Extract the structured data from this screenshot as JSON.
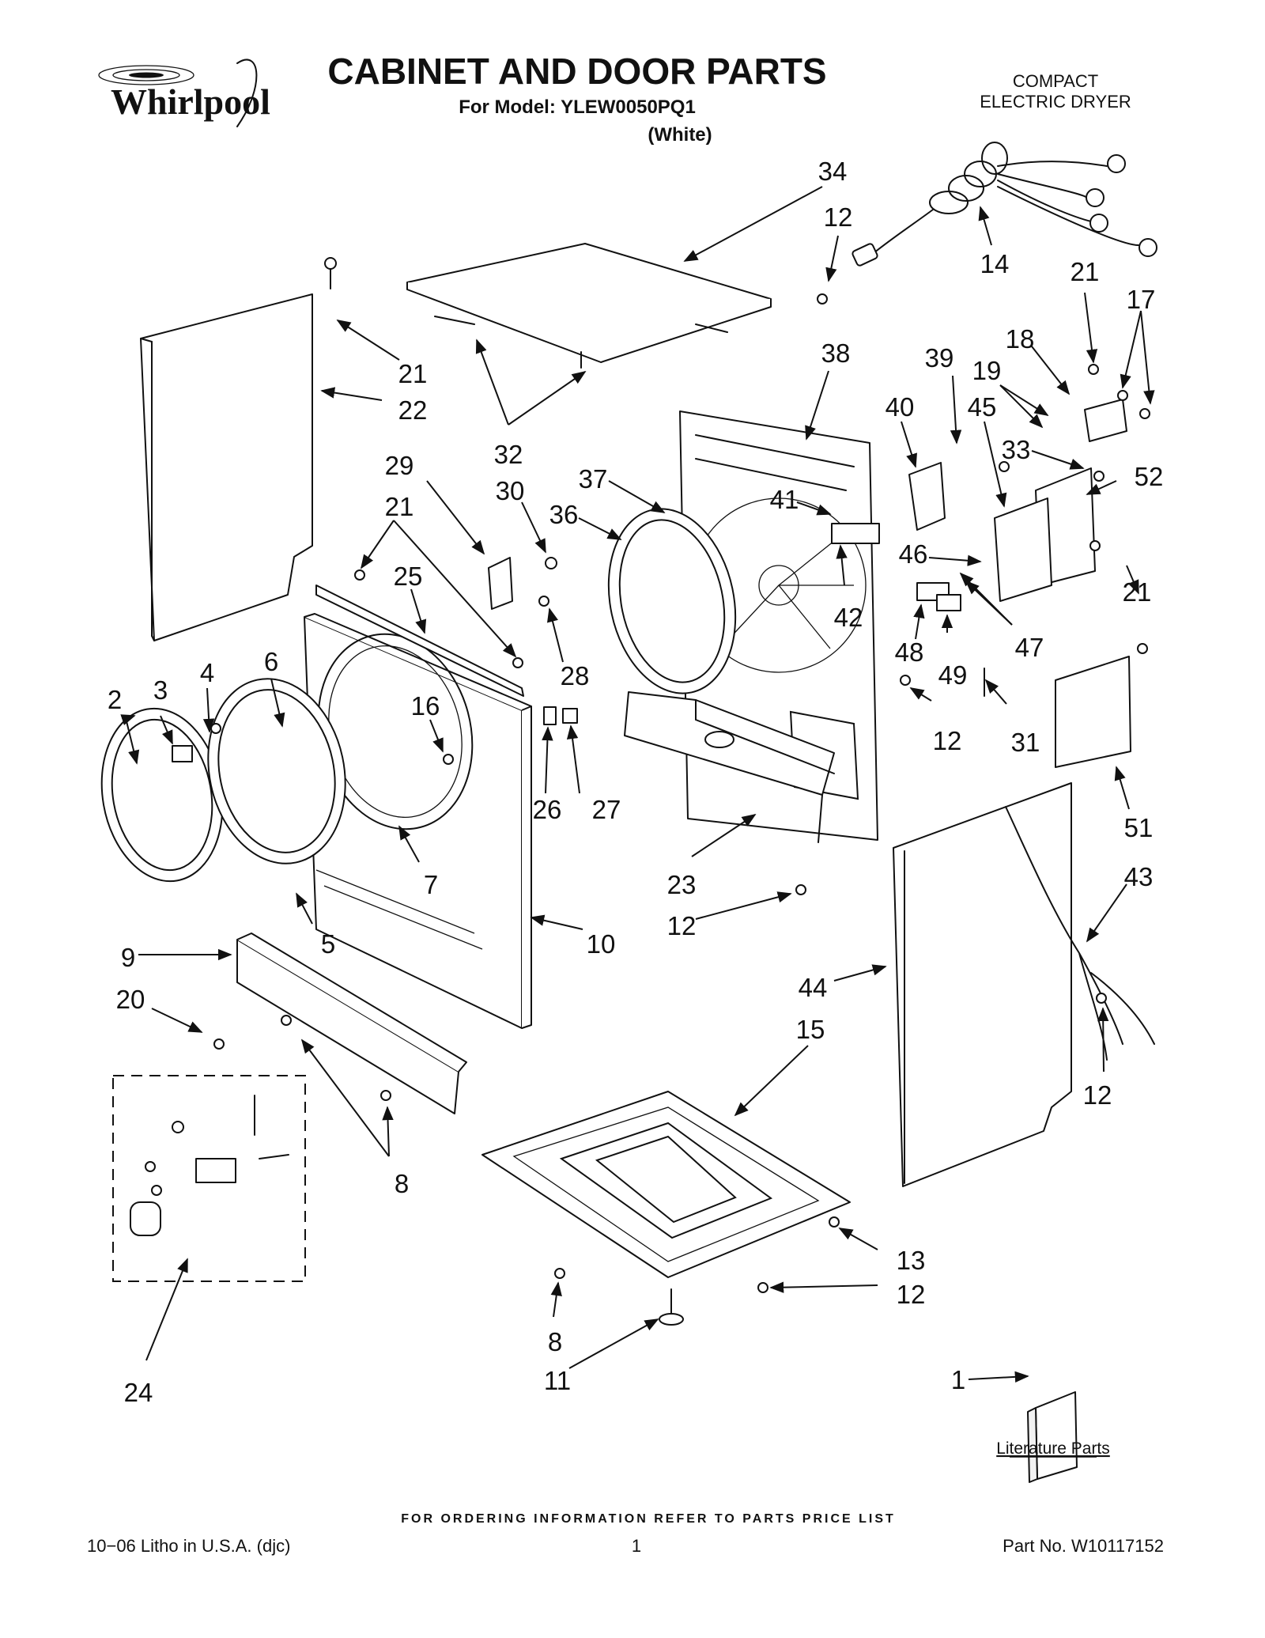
{
  "header": {
    "brand": "Whirlpool",
    "title": "CABINET AND DOOR PARTS",
    "model_line": "For Model: YLEW0050PQ1",
    "color_line": "(White)",
    "product_line1": "COMPACT",
    "product_line2": "ELECTRIC DRYER"
  },
  "callouts": [
    {
      "id": "c34a",
      "label": "34"
    },
    {
      "id": "c12a",
      "label": "12"
    },
    {
      "id": "c14",
      "label": "14"
    },
    {
      "id": "c21a",
      "label": "21"
    },
    {
      "id": "c17",
      "label": "17"
    },
    {
      "id": "c21b",
      "label": "21"
    },
    {
      "id": "c22",
      "label": "22"
    },
    {
      "id": "c32",
      "label": "32"
    },
    {
      "id": "c38",
      "label": "38"
    },
    {
      "id": "c39",
      "label": "39"
    },
    {
      "id": "c18",
      "label": "18"
    },
    {
      "id": "c19",
      "label": "19"
    },
    {
      "id": "c40",
      "label": "40"
    },
    {
      "id": "c45",
      "label": "45"
    },
    {
      "id": "c33",
      "label": "33"
    },
    {
      "id": "c52",
      "label": "52"
    },
    {
      "id": "c29",
      "label": "29"
    },
    {
      "id": "c30",
      "label": "30"
    },
    {
      "id": "c37",
      "label": "37"
    },
    {
      "id": "c36",
      "label": "36"
    },
    {
      "id": "c41",
      "label": "41"
    },
    {
      "id": "c21c",
      "label": "21"
    },
    {
      "id": "c25",
      "label": "25"
    },
    {
      "id": "c46",
      "label": "46"
    },
    {
      "id": "c21d",
      "label": "21"
    },
    {
      "id": "c28",
      "label": "28"
    },
    {
      "id": "c42",
      "label": "42"
    },
    {
      "id": "c48",
      "label": "48"
    },
    {
      "id": "c47",
      "label": "47"
    },
    {
      "id": "c49",
      "label": "49"
    },
    {
      "id": "c2",
      "label": "2"
    },
    {
      "id": "c3",
      "label": "3"
    },
    {
      "id": "c4",
      "label": "4"
    },
    {
      "id": "c6",
      "label": "6"
    },
    {
      "id": "c16",
      "label": "16"
    },
    {
      "id": "c12b",
      "label": "12"
    },
    {
      "id": "c31",
      "label": "31"
    },
    {
      "id": "c26",
      "label": "26"
    },
    {
      "id": "c27",
      "label": "27"
    },
    {
      "id": "c51",
      "label": "51"
    },
    {
      "id": "c7",
      "label": "7"
    },
    {
      "id": "c23",
      "label": "23"
    },
    {
      "id": "c43",
      "label": "43"
    },
    {
      "id": "c12c",
      "label": "12"
    },
    {
      "id": "c5",
      "label": "5"
    },
    {
      "id": "c10",
      "label": "10"
    },
    {
      "id": "c9",
      "label": "9"
    },
    {
      "id": "c44",
      "label": "44"
    },
    {
      "id": "c20",
      "label": "20"
    },
    {
      "id": "c15",
      "label": "15"
    },
    {
      "id": "c12d",
      "label": "12"
    },
    {
      "id": "c8a",
      "label": "8"
    },
    {
      "id": "c13",
      "label": "13"
    },
    {
      "id": "c12e",
      "label": "12"
    },
    {
      "id": "c8b",
      "label": "8"
    },
    {
      "id": "c11",
      "label": "11"
    },
    {
      "id": "c24",
      "label": "24"
    },
    {
      "id": "c1",
      "label": "1"
    }
  ],
  "literature_label": "Literature Parts",
  "footer": {
    "ordering_note": "FOR ORDERING INFORMATION REFER TO PARTS PRICE LIST",
    "litho": "10−06 Litho in U.S.A. (djc)",
    "page": "1",
    "part_no": "Part No. W10117152"
  }
}
